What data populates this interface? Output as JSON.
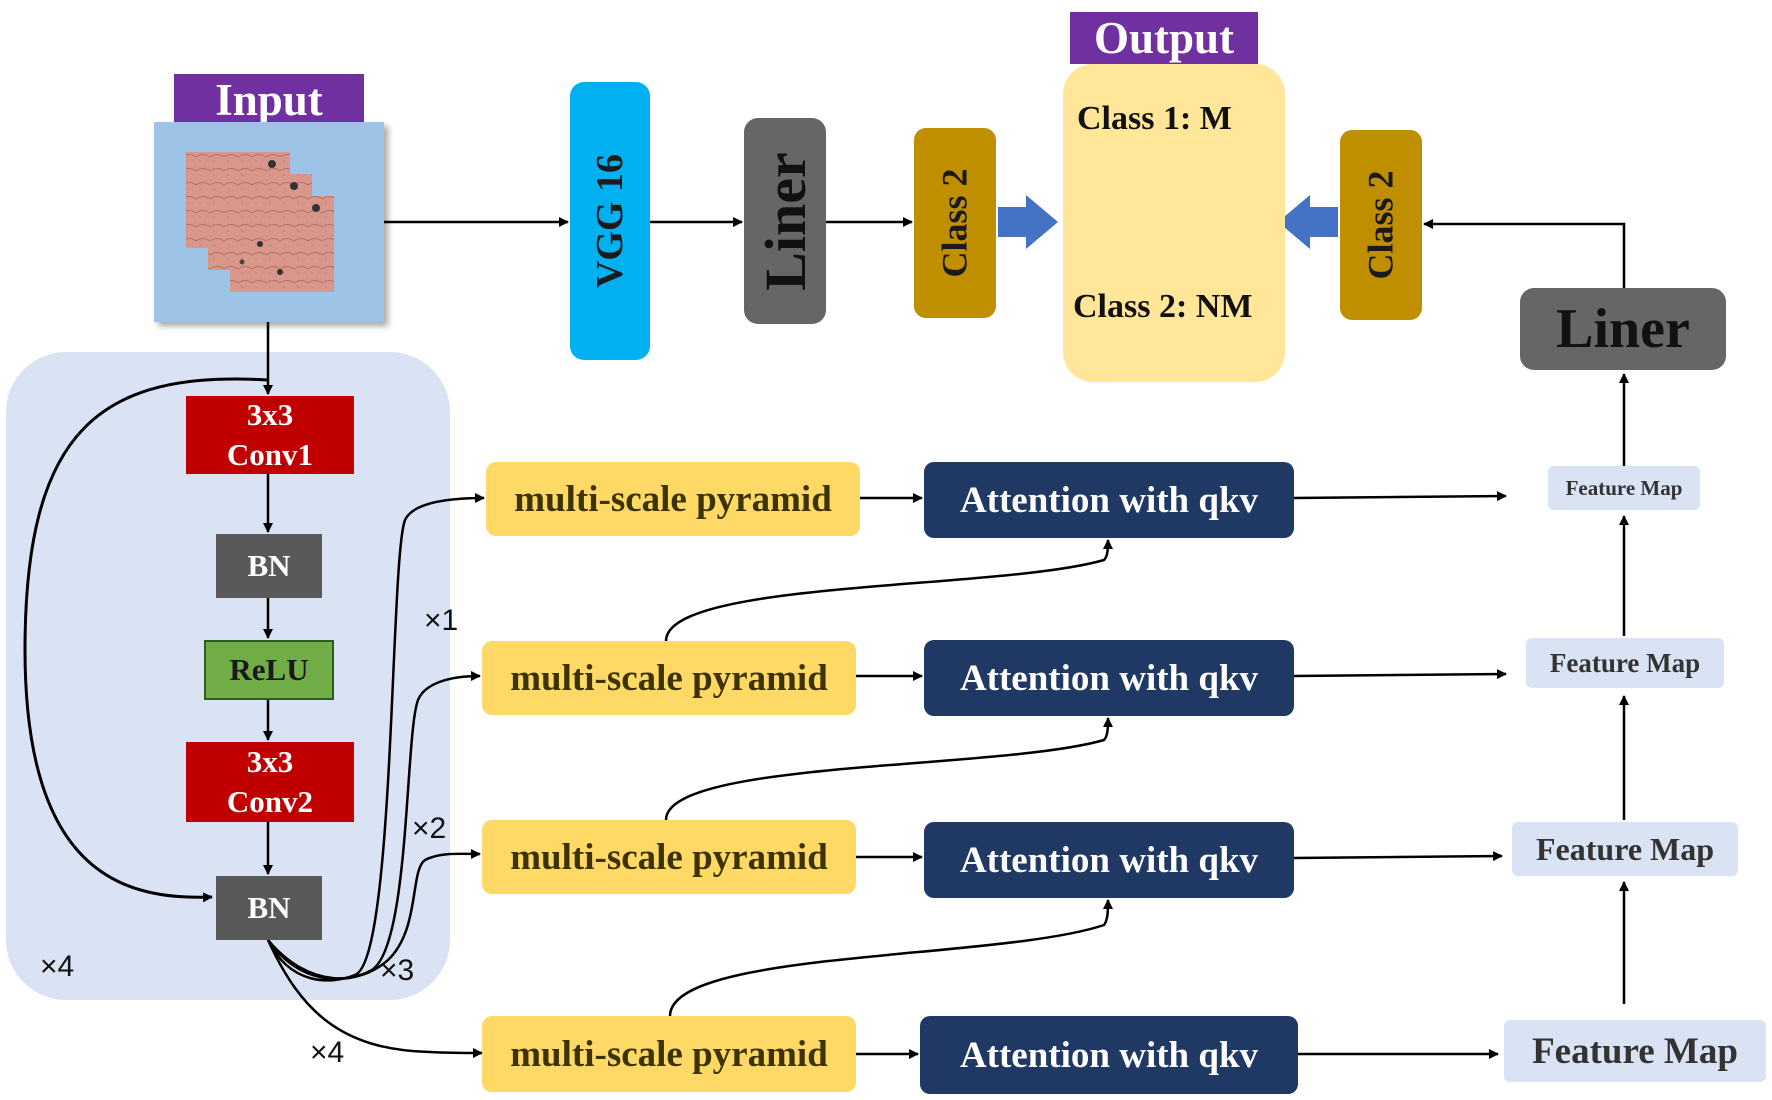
{
  "input": {
    "label": "Input"
  },
  "output": {
    "label": "Output",
    "class1": "Class 1: M",
    "class2": "Class 2: NM"
  },
  "top_chain": {
    "vgg": "VGG 16",
    "liner_left": "Liner",
    "class_left": "Class 2",
    "class_right": "Class 2",
    "liner_right": "Liner"
  },
  "block": {
    "conv1": [
      "3x3",
      "Conv1"
    ],
    "bn1": "BN",
    "relu": "ReLU",
    "conv2": [
      "3x3",
      "Conv2"
    ],
    "bn2": "BN",
    "repeat": "×4"
  },
  "branches": [
    {
      "mult": "×1",
      "pyramid": "multi-scale pyramid",
      "attention": "Attention with qkv",
      "feature": "Feature Map"
    },
    {
      "mult": "×2",
      "pyramid": "multi-scale pyramid",
      "attention": "Attention with qkv",
      "feature": "Feature Map"
    },
    {
      "mult": "×3",
      "pyramid": "multi-scale pyramid",
      "attention": "Attention with qkv",
      "feature": "Feature Map"
    },
    {
      "mult": "×4",
      "pyramid": "multi-scale pyramid",
      "attention": "Attention with qkv",
      "feature": "Feature Map"
    }
  ],
  "colors": {
    "purple": "#7030A0",
    "light_blue_panel": "#DAE3F3",
    "vgg_cyan": "#00B0F0",
    "liner_gray": "#666666",
    "gold": "#BF8F00",
    "output_yellow": "#FFE699",
    "conv_red": "#C00000",
    "bn_gray": "#595959",
    "relu_green": "#70AD47",
    "pyramid_yellow": "#FFD966",
    "attention_navy": "#1F3864",
    "arrow_blue": "#4472C4"
  },
  "icons": {
    "input_image": "skin-lesion-image-stack"
  }
}
